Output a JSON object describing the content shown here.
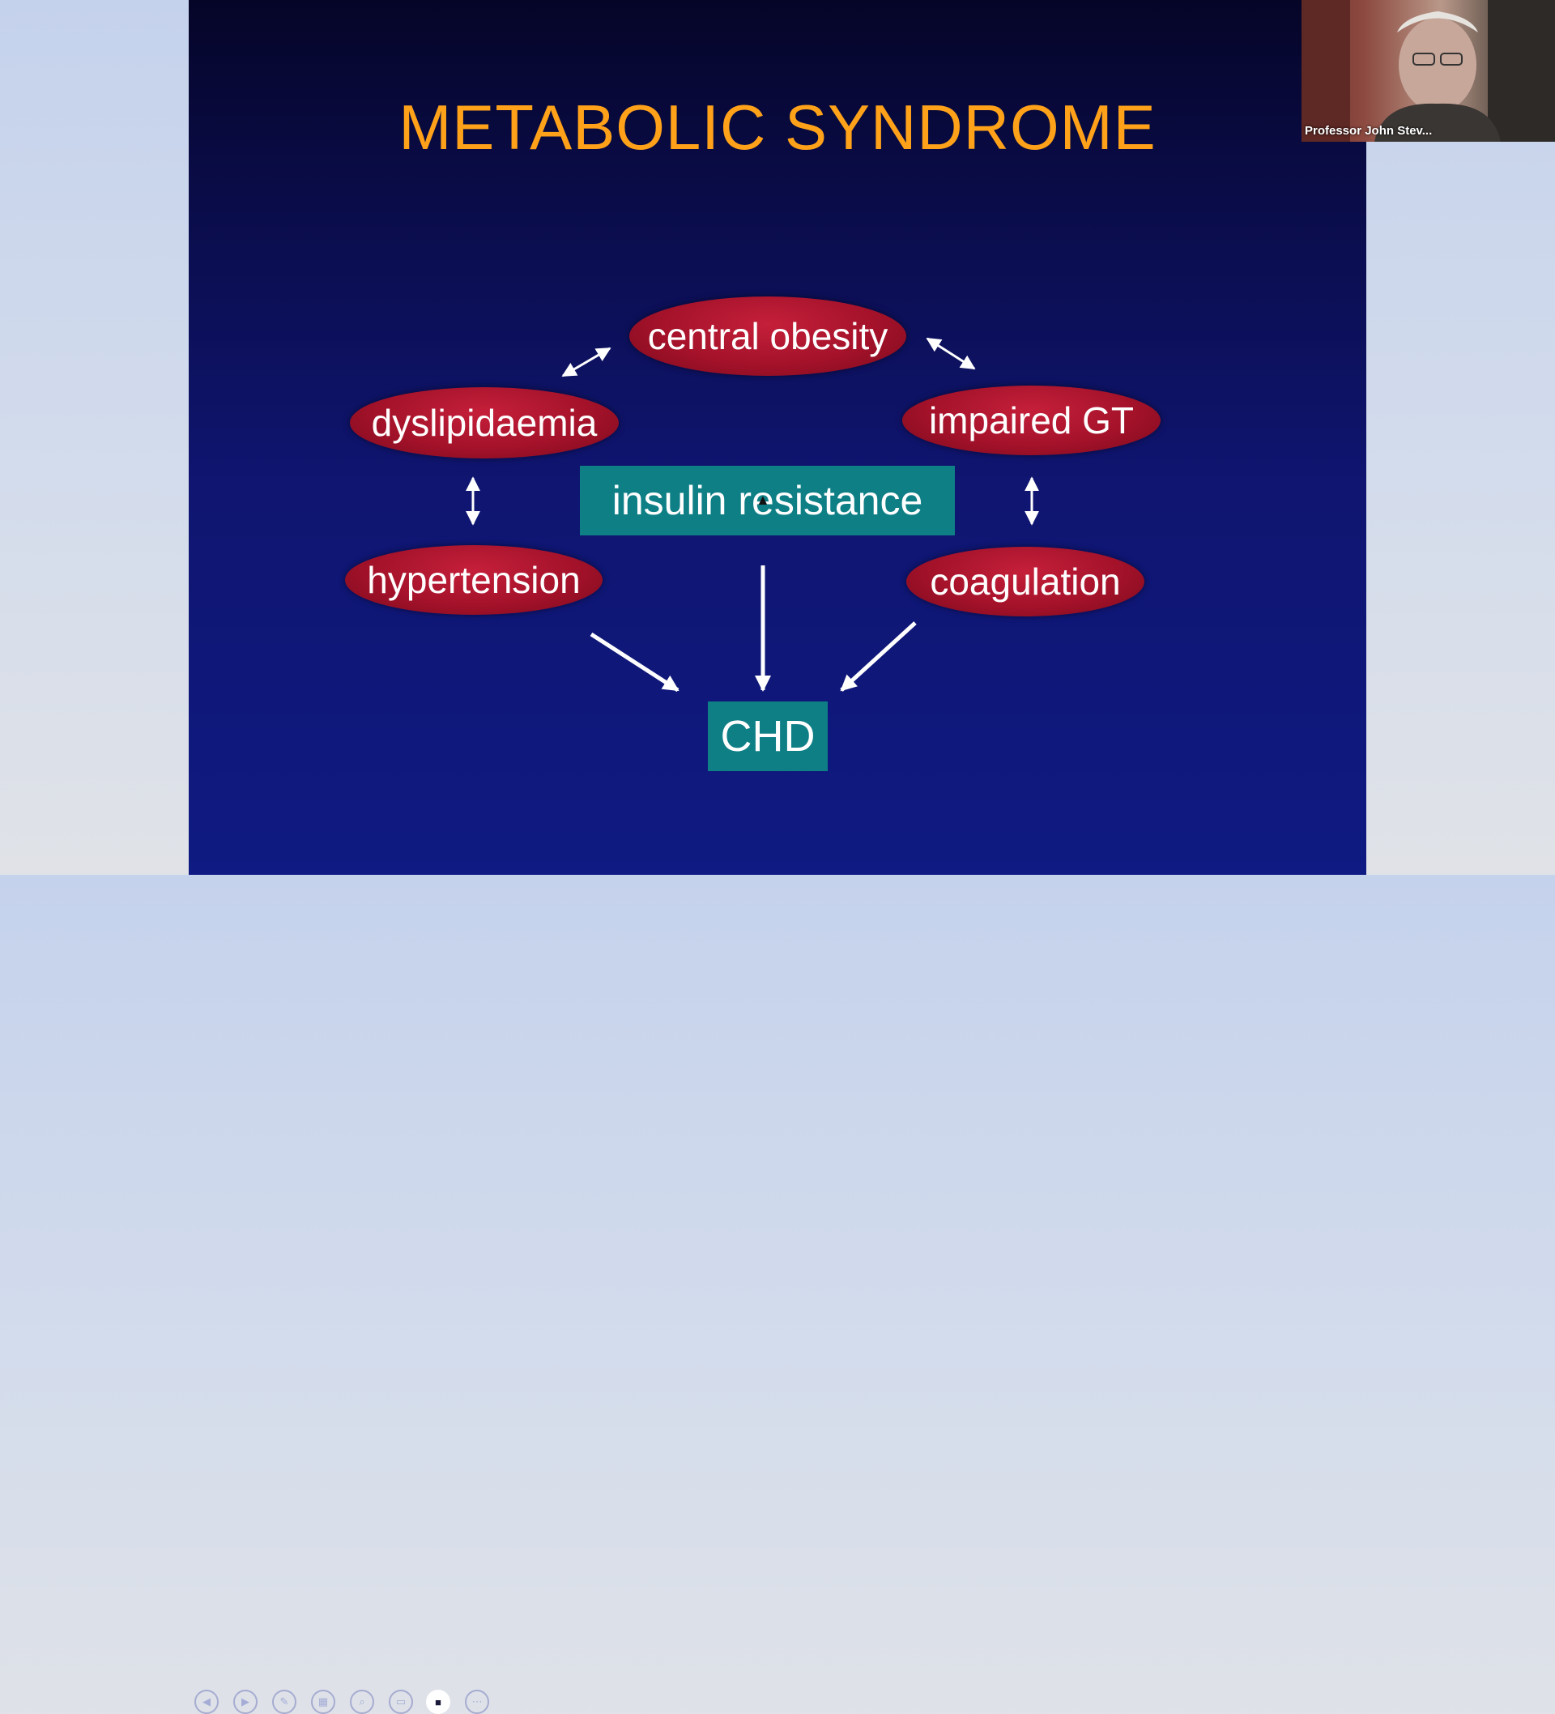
{
  "slide": {
    "title": "METABOLIC SYNDROME",
    "nodes": {
      "central_obesity": "central obesity",
      "dyslipidaemia": "dyslipidaemia",
      "impaired_gt": "impaired GT",
      "insulin_resistance": "insulin resistance",
      "hypertension": "hypertension",
      "coagulation": "coagulation",
      "chd": "CHD"
    },
    "colors": {
      "title": "#ffa21a",
      "oval": "#a4122a",
      "box": "#0f7f86",
      "background": "#0f1570"
    }
  },
  "slideshow_controls": [
    {
      "icon": "previous-slide-icon",
      "glyph": "◀"
    },
    {
      "icon": "next-slide-icon",
      "glyph": "▶"
    },
    {
      "icon": "pen-icon",
      "glyph": "✎"
    },
    {
      "icon": "see-all-slides-icon",
      "glyph": "▦"
    },
    {
      "icon": "zoom-icon",
      "glyph": "⌕"
    },
    {
      "icon": "subtitles-icon",
      "glyph": "▭"
    },
    {
      "icon": "camera-icon",
      "glyph": "■"
    },
    {
      "icon": "more-options-icon",
      "glyph": "⋯"
    }
  ],
  "video_tile": {
    "presenter_name": "Professor John Stev..."
  }
}
